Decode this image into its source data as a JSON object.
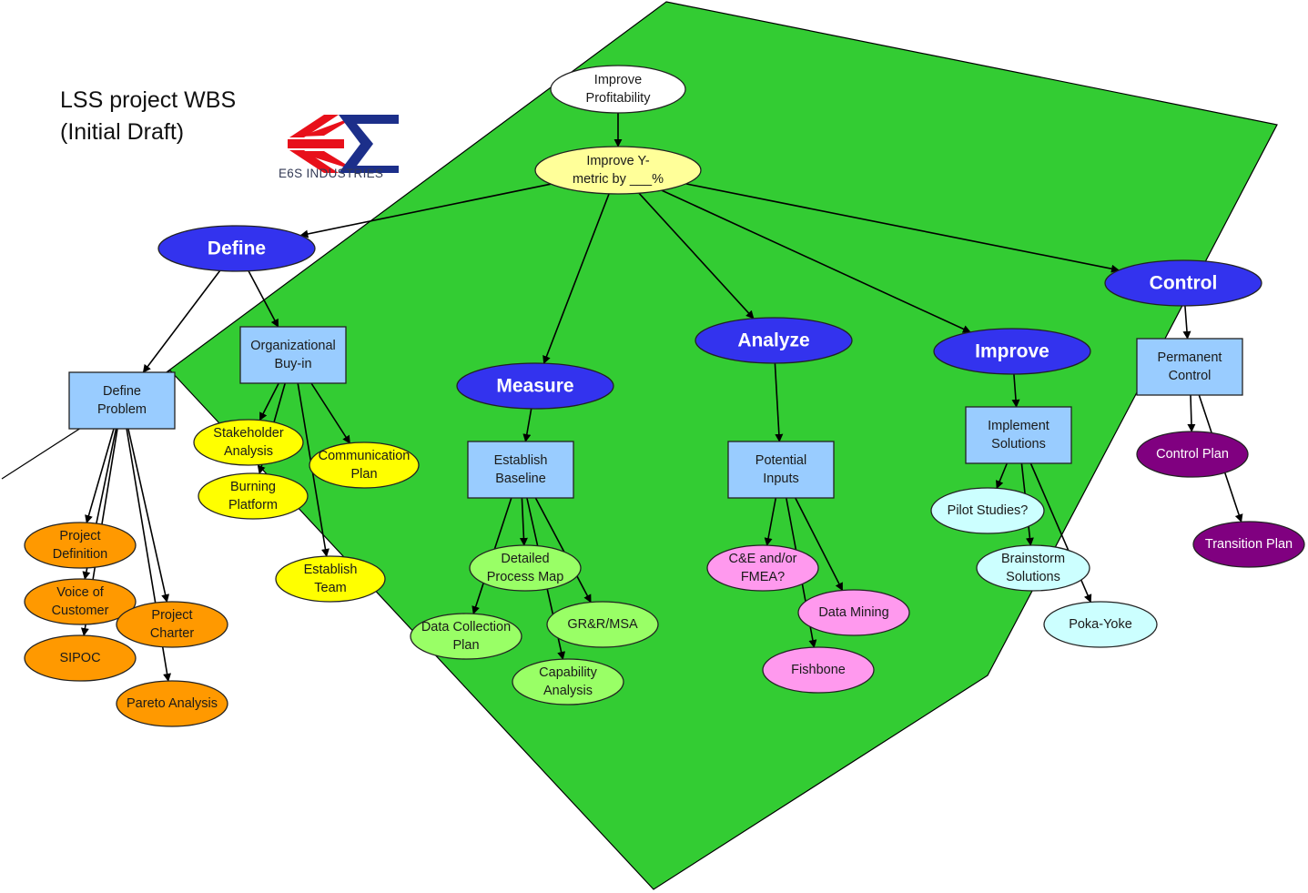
{
  "title": {
    "line1": "LSS project WBS",
    "line2": "(Initial Draft)"
  },
  "logo": {
    "icon": "e6s-logo-icon",
    "text": "E6S INDUSTRIES"
  },
  "colors": {
    "background_polygon": "#33cc33",
    "phase": "#3333ee",
    "box": "#99ccff",
    "root": "#ffffff",
    "goal": "#ffff99",
    "define_leaf": "#ff9900",
    "buyin_leaf": "#ffff00",
    "measure_leaf": "#99ff66",
    "analyze_leaf": "#ff99ee",
    "improve_leaf": "#ccffff",
    "control_leaf": "#800080"
  },
  "nodes": [
    {
      "id": "root",
      "kind": "root",
      "lines": [
        "Improve",
        "Profitability"
      ]
    },
    {
      "id": "goal",
      "kind": "goal",
      "lines": [
        "Improve Y-",
        "metric by ___%"
      ]
    },
    {
      "id": "define",
      "kind": "phase",
      "lines": [
        "Define"
      ]
    },
    {
      "id": "measure",
      "kind": "phase",
      "lines": [
        "Measure"
      ]
    },
    {
      "id": "analyze",
      "kind": "phase",
      "lines": [
        "Analyze"
      ]
    },
    {
      "id": "improve",
      "kind": "phase",
      "lines": [
        "Improve"
      ]
    },
    {
      "id": "control",
      "kind": "phase",
      "lines": [
        "Control"
      ]
    },
    {
      "id": "define-problem",
      "kind": "box",
      "lines": [
        "Define",
        "Problem"
      ]
    },
    {
      "id": "org-buy-in",
      "kind": "box",
      "lines": [
        "Organizational",
        "Buy-in"
      ]
    },
    {
      "id": "establish-baseline",
      "kind": "box",
      "lines": [
        "Establish",
        "Baseline"
      ]
    },
    {
      "id": "potential-inputs",
      "kind": "box",
      "lines": [
        "Potential",
        "Inputs"
      ]
    },
    {
      "id": "implement-solutions",
      "kind": "box",
      "lines": [
        "Implement",
        "Solutions"
      ]
    },
    {
      "id": "permanent-control",
      "kind": "box",
      "lines": [
        "Permanent",
        "Control"
      ]
    },
    {
      "id": "project-definition",
      "kind": "define_leaf",
      "lines": [
        "Project",
        "Definition"
      ]
    },
    {
      "id": "voice-of-customer",
      "kind": "define_leaf",
      "lines": [
        "Voice of",
        "Customer"
      ]
    },
    {
      "id": "sipoc",
      "kind": "define_leaf",
      "lines": [
        "SIPOC"
      ]
    },
    {
      "id": "project-charter",
      "kind": "define_leaf",
      "lines": [
        "Project",
        "Charter"
      ]
    },
    {
      "id": "pareto-analysis",
      "kind": "define_leaf",
      "lines": [
        "Pareto Analysis"
      ]
    },
    {
      "id": "stakeholder-analysis",
      "kind": "buyin_leaf",
      "lines": [
        "Stakeholder",
        "Analysis"
      ]
    },
    {
      "id": "burning-platform",
      "kind": "buyin_leaf",
      "lines": [
        "Burning",
        "Platform"
      ]
    },
    {
      "id": "communication-plan",
      "kind": "buyin_leaf",
      "lines": [
        "Communication",
        "Plan"
      ]
    },
    {
      "id": "establish-team",
      "kind": "buyin_leaf",
      "lines": [
        "Establish",
        "Team"
      ]
    },
    {
      "id": "detailed-process-map",
      "kind": "measure_leaf",
      "lines": [
        "Detailed",
        "Process Map"
      ]
    },
    {
      "id": "data-collection-plan",
      "kind": "measure_leaf",
      "lines": [
        "Data Collection",
        "Plan"
      ]
    },
    {
      "id": "grr-msa",
      "kind": "measure_leaf",
      "lines": [
        "GR&R/MSA"
      ]
    },
    {
      "id": "capability-analysis",
      "kind": "measure_leaf",
      "lines": [
        "Capability",
        "Analysis"
      ]
    },
    {
      "id": "ce-fmea",
      "kind": "analyze_leaf",
      "lines": [
        "C&E and/or",
        "FMEA?"
      ]
    },
    {
      "id": "data-mining",
      "kind": "analyze_leaf",
      "lines": [
        "Data Mining"
      ]
    },
    {
      "id": "fishbone",
      "kind": "analyze_leaf",
      "lines": [
        "Fishbone"
      ]
    },
    {
      "id": "pilot-studies",
      "kind": "improve_leaf",
      "lines": [
        "Pilot Studies?"
      ]
    },
    {
      "id": "brainstorm-solutions",
      "kind": "improve_leaf",
      "lines": [
        "Brainstorm",
        "Solutions"
      ]
    },
    {
      "id": "poka-yoke",
      "kind": "improve_leaf",
      "lines": [
        "Poka-Yoke"
      ]
    },
    {
      "id": "control-plan",
      "kind": "control_leaf",
      "lines": [
        "Control Plan"
      ]
    },
    {
      "id": "transition-plan",
      "kind": "control_leaf",
      "lines": [
        "Transition Plan"
      ]
    }
  ],
  "edges": [
    {
      "from": "root",
      "to": "goal"
    },
    {
      "from": "goal",
      "to": "define"
    },
    {
      "from": "goal",
      "to": "measure"
    },
    {
      "from": "goal",
      "to": "analyze"
    },
    {
      "from": "goal",
      "to": "improve"
    },
    {
      "from": "goal",
      "to": "control"
    },
    {
      "from": "define",
      "to": "define-problem"
    },
    {
      "from": "define",
      "to": "org-buy-in"
    },
    {
      "from": "define-problem",
      "to": "project-definition"
    },
    {
      "from": "define-problem",
      "to": "voice-of-customer"
    },
    {
      "from": "define-problem",
      "to": "sipoc"
    },
    {
      "from": "define-problem",
      "to": "project-charter"
    },
    {
      "from": "define-problem",
      "to": "pareto-analysis"
    },
    {
      "from": "org-buy-in",
      "to": "stakeholder-analysis"
    },
    {
      "from": "org-buy-in",
      "to": "burning-platform"
    },
    {
      "from": "org-buy-in",
      "to": "communication-plan"
    },
    {
      "from": "org-buy-in",
      "to": "establish-team"
    },
    {
      "from": "measure",
      "to": "establish-baseline"
    },
    {
      "from": "establish-baseline",
      "to": "detailed-process-map"
    },
    {
      "from": "establish-baseline",
      "to": "data-collection-plan"
    },
    {
      "from": "establish-baseline",
      "to": "grr-msa"
    },
    {
      "from": "establish-baseline",
      "to": "capability-analysis"
    },
    {
      "from": "analyze",
      "to": "potential-inputs"
    },
    {
      "from": "potential-inputs",
      "to": "ce-fmea"
    },
    {
      "from": "potential-inputs",
      "to": "data-mining"
    },
    {
      "from": "potential-inputs",
      "to": "fishbone"
    },
    {
      "from": "improve",
      "to": "implement-solutions"
    },
    {
      "from": "implement-solutions",
      "to": "pilot-studies"
    },
    {
      "from": "implement-solutions",
      "to": "brainstorm-solutions"
    },
    {
      "from": "implement-solutions",
      "to": "poka-yoke"
    },
    {
      "from": "control",
      "to": "permanent-control"
    },
    {
      "from": "permanent-control",
      "to": "control-plan"
    },
    {
      "from": "permanent-control",
      "to": "transition-plan"
    }
  ]
}
